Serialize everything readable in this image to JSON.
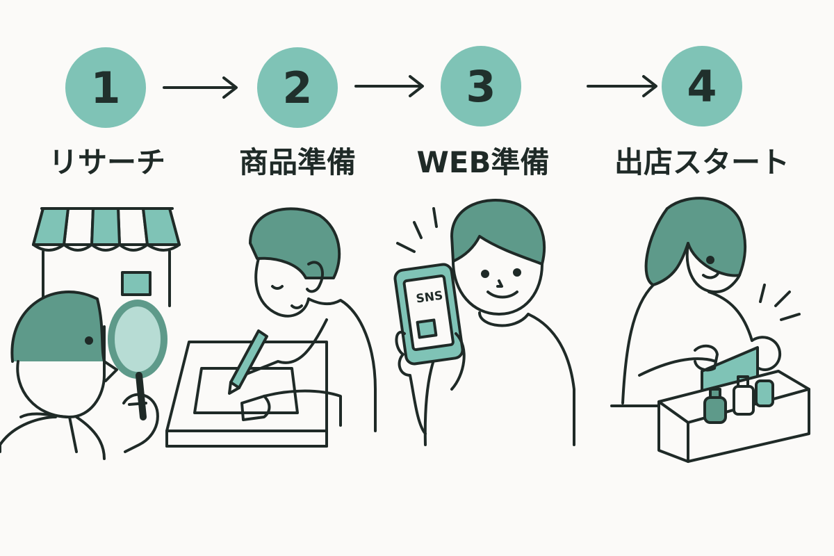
{
  "colors": {
    "background": "#fbfaf8",
    "accent": "#7fc3b6",
    "accent_dark": "#5e9a8a",
    "ink": "#1f2a27"
  },
  "steps": [
    {
      "number": "1",
      "label": "リサーチ",
      "illustration": "research-with-magnifier"
    },
    {
      "number": "2",
      "label": "商品準備",
      "illustration": "writing-at-desk"
    },
    {
      "number": "3",
      "label": "WEB準備",
      "illustration": "holding-smartphone"
    },
    {
      "number": "4",
      "label": "出店スタート",
      "illustration": "packing-box"
    }
  ],
  "phone_screen_text": "SNS",
  "arrow_icon": "arrow-right-icon"
}
